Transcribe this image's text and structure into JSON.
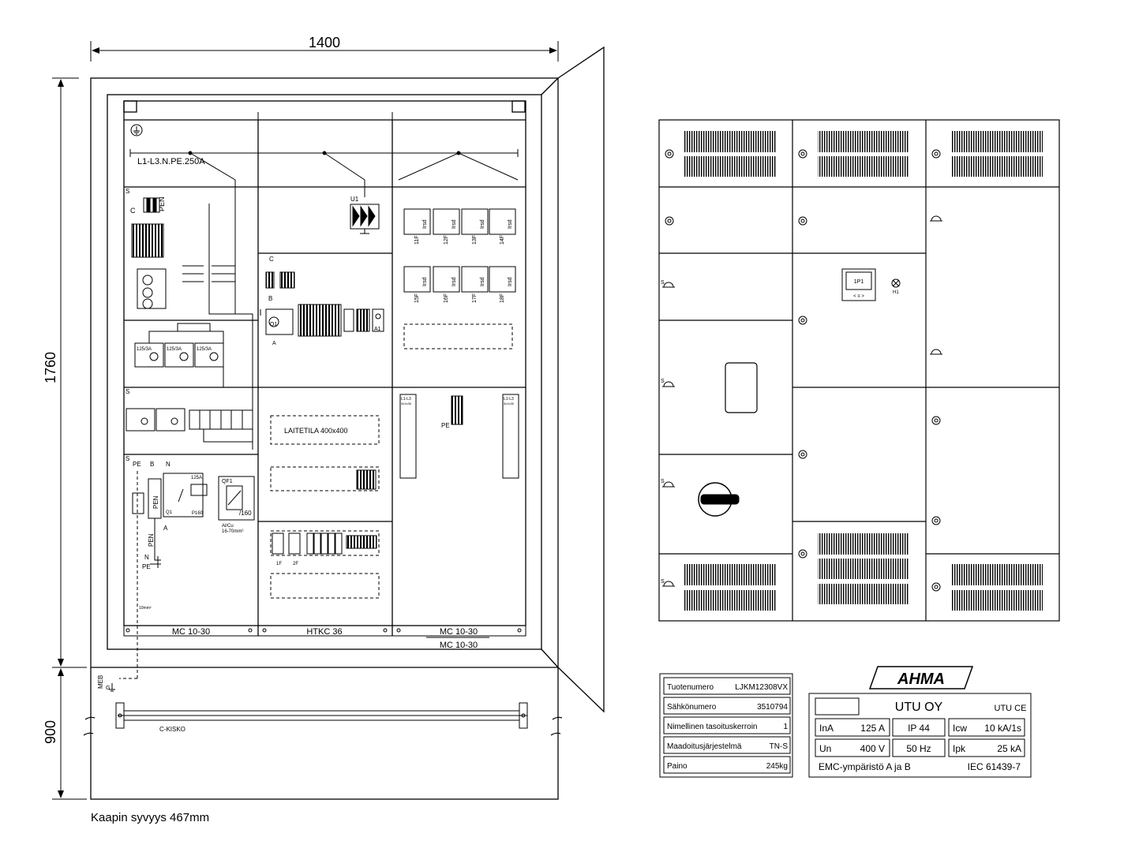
{
  "dimensions": {
    "width": "1400",
    "height_upper": "1760",
    "height_lower": "900"
  },
  "depth_note": "Kaapin syvyys 467mm",
  "cabinet": {
    "busbar_label": "L1-L3.N.PE.250A",
    "section_mark": "S",
    "u1": "U1",
    "contactor_labels": [
      "125/3A",
      "125/3A",
      "125/3A"
    ],
    "breaker_labels": [
      "11F",
      "12F",
      "13F",
      "14F",
      "15F",
      "16F",
      "17F",
      "18F"
    ],
    "breaker_text": "Irsd",
    "laitetila": "LAITETILA  400x400",
    "pe_label": "PE",
    "b_label": "B",
    "n_label": "N",
    "pen_label": "PEN",
    "c_label": "C",
    "a_label": "A",
    "a1_label": "A1",
    "q1_label": "Q1",
    "qf1_label": "QF1",
    "i160_label": "/160",
    "p160_label": "P160",
    "amp_label": "125A",
    "alcu_label": "Al/Cu",
    "alcu_range": "16-70mm²",
    "mm_label": "10mm²",
    "meb_label": "MEB",
    "g_label": "G",
    "ckisko": "C-KISKO",
    "rail_labels": [
      "MC 10-30",
      "HTKC 36",
      "MC 10-30"
    ],
    "rail_extra": "MC 10-30",
    "fuse_small_labels": [
      "1F",
      "2F"
    ],
    "l1l3_label": "L1-L3",
    "term_label": "3x1x35"
  },
  "front": {
    "display": "1P1",
    "lamp": "H1",
    "switch_mark": "S"
  },
  "product_plate": {
    "rows": [
      {
        "key": "Tuotenumero",
        "value": "LJKM12308VX"
      },
      {
        "key": "Sähkönumero",
        "value": "3510794"
      },
      {
        "key": "Nimellinen tasoituskerroin",
        "value": "1"
      },
      {
        "key": "Maadoitusjärjestelmä",
        "value": "TN-S"
      },
      {
        "key": "Paino",
        "value": "245kg"
      }
    ]
  },
  "rating_plate": {
    "brand": "AHMA",
    "maker": "UTU OY",
    "marks": "UTU CE",
    "cells": [
      [
        "InA",
        "125 A"
      ],
      [
        "IP 44",
        ""
      ],
      [
        "Icw",
        "10 kA/1s"
      ],
      [
        "Un",
        "400 V"
      ],
      [
        "50 Hz",
        ""
      ],
      [
        "Ipk",
        "25 kA"
      ]
    ],
    "emc": "EMC-ympäristö  A ja B",
    "standard": "IEC 61439-7"
  }
}
